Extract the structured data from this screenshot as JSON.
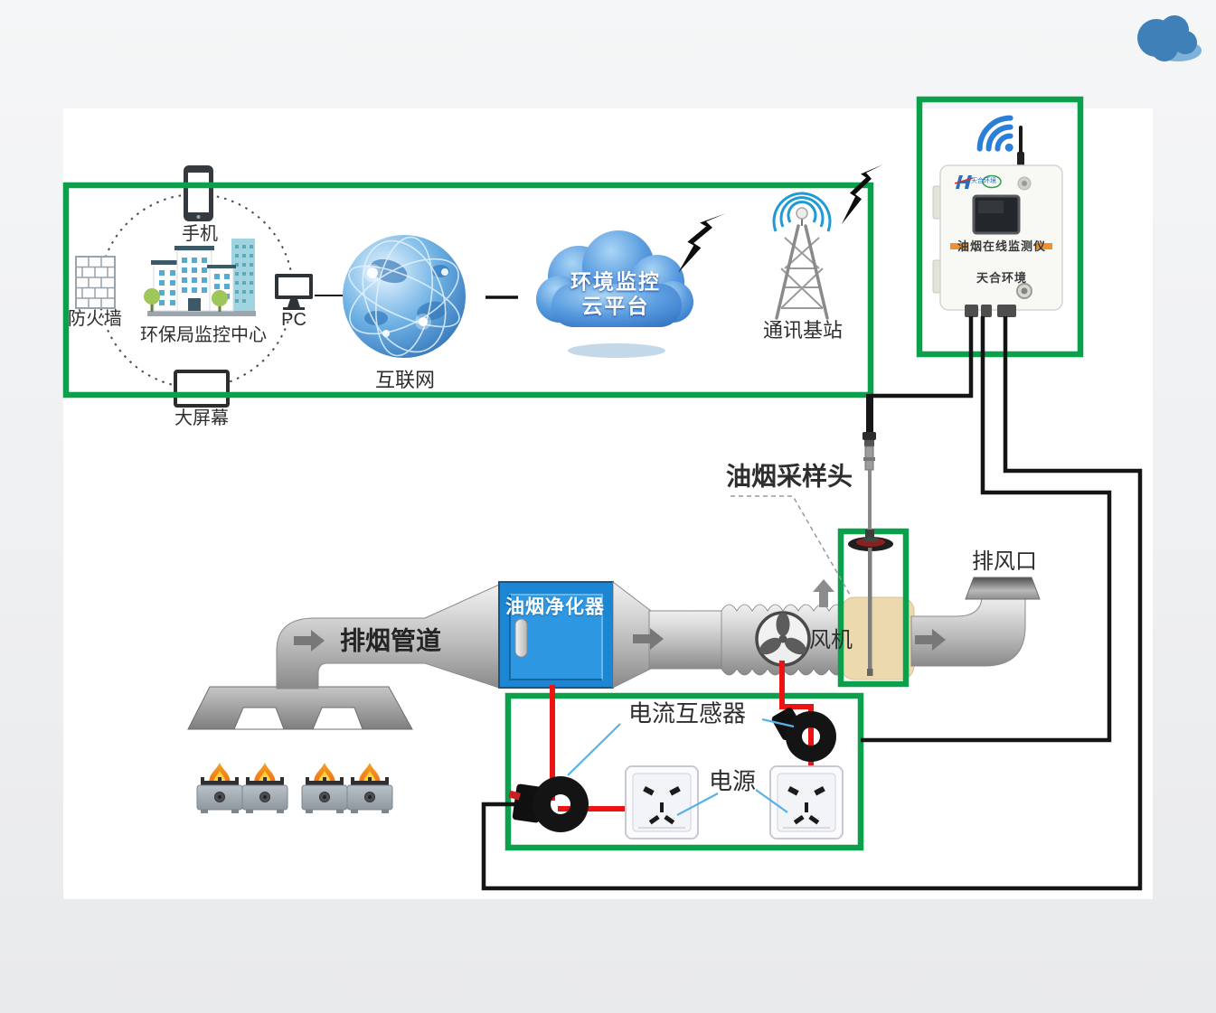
{
  "colors": {
    "accent_green": "#0ba04c",
    "wire_red": "#ec1313",
    "wire_black": "#151515",
    "purifier_blue": "#1d86d2",
    "cloud_blue": "#2f6fc0",
    "wifi_blue": "#2b7fd8",
    "plate_orange": "#f0912f"
  },
  "monitor_center": {
    "phone": "手机",
    "firewall": "防火墙",
    "center": "环保局监控中心",
    "pc": "PC",
    "big_screen": "大屏幕"
  },
  "internet": {
    "label": "互联网"
  },
  "cloud_platform": {
    "line1": "环境监控",
    "line2": "云平台"
  },
  "base_station": {
    "label": "通讯基站"
  },
  "device": {
    "logo_text": "天合环境",
    "plate": "油烟在线监测仪",
    "brand": "天合环境"
  },
  "duct": {
    "pipe": "排烟管道",
    "purifier": "油烟净化器",
    "fan": "风机",
    "sampling": "油烟采样头",
    "outlet": "排风口"
  },
  "power": {
    "ct": "电流互感器",
    "supply": "电源"
  }
}
